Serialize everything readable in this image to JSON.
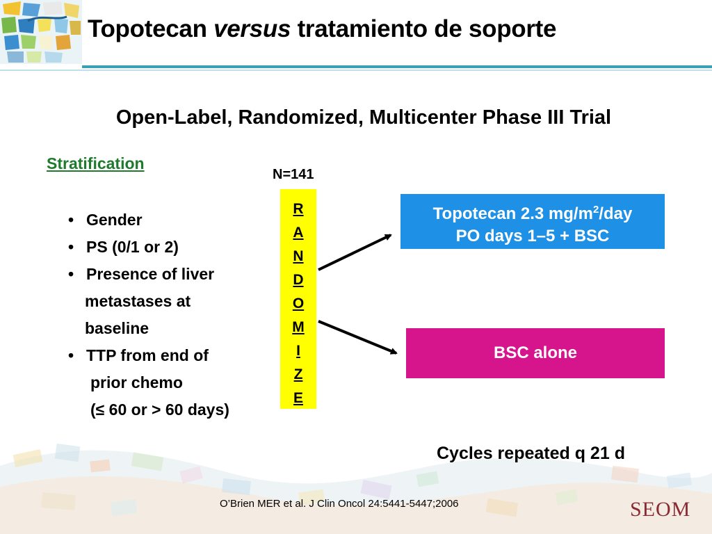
{
  "header": {
    "title_part1": "Topotecan ",
    "title_italic": "versus",
    "title_part2": " tratamiento de soporte"
  },
  "subtitle": "Open-Label, Randomized, Multicenter Phase III Trial",
  "stratification": {
    "heading": "Stratification",
    "bullet": "•",
    "lines": {
      "gender": "Gender",
      "ps": "PS (0/1 or 2)",
      "liver1": "Presence of liver",
      "liver2": "metastases at",
      "liver3": "baseline",
      "ttp1": "TTP from end of",
      "ttp2": "prior chemo",
      "ttp3": "(≤ 60 or > 60 days)"
    }
  },
  "trial": {
    "n_label": "N=141",
    "randomize_letters": [
      "R",
      "A",
      "N",
      "D",
      "O",
      "M",
      "I",
      "Z",
      "E"
    ],
    "arm1_line1_a": "Topotecan 2.3 mg/m",
    "arm1_line1_sup": "2",
    "arm1_line1_b": "/day",
    "arm1_line2": "PO days  1–5 + BSC",
    "arm2": "BSC alone",
    "cycles": "Cycles repeated q 21 d"
  },
  "footer": {
    "reference": "O’Brien MER et al. J Clin Oncol 24:5441-5447;2006",
    "logo": "SEOM"
  },
  "colors": {
    "accent_rule": "#3aa1b4",
    "heading_green": "#1f7a2e",
    "randomize_yellow": "#ffff00",
    "arm1_blue": "#1e90e6",
    "arm2_magenta": "#d6148c",
    "logo_red": "#8a2a33"
  },
  "icons": {
    "corner_decoration": "mosaic-tile-decoration",
    "bottom_decoration": "mosaic-wave-decoration"
  }
}
